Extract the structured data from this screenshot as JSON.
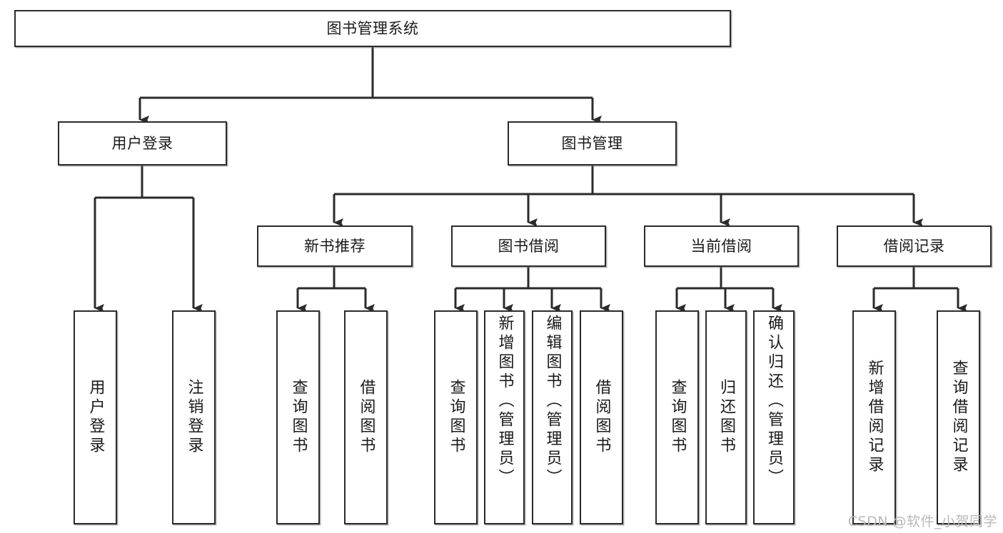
{
  "diagram": {
    "title": "图书管理系统",
    "type": "tree-hierarchy",
    "theme": {
      "background": "#ffffff",
      "box_border": "#2b2b2b",
      "box_fill": "#ffffff",
      "edge_color": "#2b2b2b",
      "text_color": "#1a1a1a",
      "watermark_color": "#b9b9b9"
    },
    "nodes": {
      "root": {
        "label": "图书管理系统"
      },
      "level2": [
        {
          "label": "用户登录"
        },
        {
          "label": "图书管理"
        }
      ],
      "level3": [
        {
          "label": "新书推荐"
        },
        {
          "label": "图书借阅"
        },
        {
          "label": "当前借阅"
        },
        {
          "label": "借阅记录"
        }
      ],
      "leaves": {
        "user_login": [
          {
            "label": "用户登录"
          },
          {
            "label": "注销登录"
          }
        ],
        "new_book_recommend": [
          {
            "label": "查询图书"
          },
          {
            "label": "借阅图书"
          }
        ],
        "book_borrow": [
          {
            "label": "查询图书"
          },
          {
            "label": "新增图书（管理员）"
          },
          {
            "label": "编辑图书（管理员）"
          },
          {
            "label": "借阅图书"
          }
        ],
        "current_borrow": [
          {
            "label": "查询图书"
          },
          {
            "label": "归还图书"
          },
          {
            "label": "确认归还（管理员）"
          }
        ],
        "borrow_record": [
          {
            "label": "新增借阅记录"
          },
          {
            "label": "查询借阅记录"
          }
        ]
      }
    },
    "watermark": "CSDN @软件_小贺同学"
  }
}
